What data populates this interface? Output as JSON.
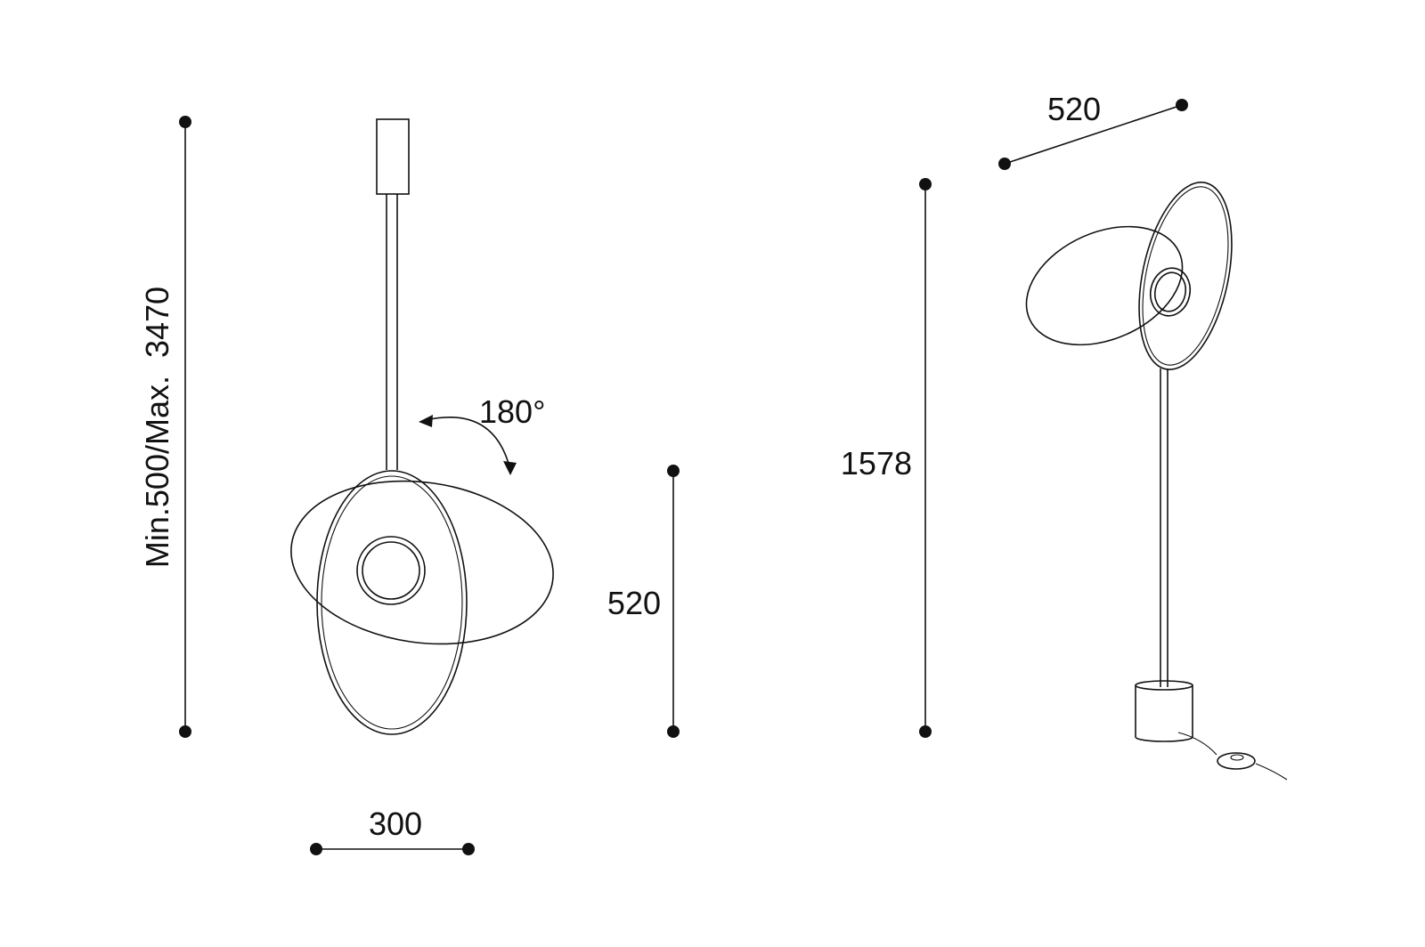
{
  "colors": {
    "line": "#111111",
    "background": "#ffffff"
  },
  "labels": {
    "height_range": "Min.500/Max.  3470",
    "rotation": "180°",
    "shade_width": "300",
    "shade_height": "520",
    "floor_lamp_height": "1578",
    "floor_lamp_width": "520"
  }
}
